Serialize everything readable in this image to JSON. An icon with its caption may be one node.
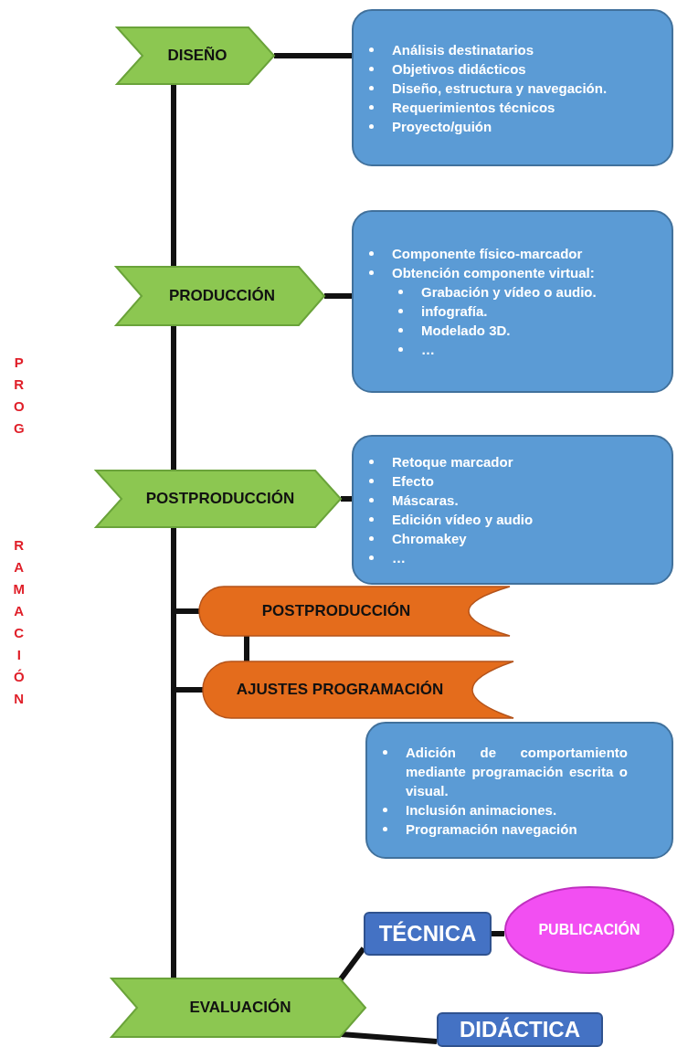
{
  "diagram": {
    "nodes": [
      {
        "text": [
          "DISEÑO"
        ]
      },
      {
        "text": [
          "Análisis destinatarios",
          "Objetivos didácticos",
          "Diseño, estructura y navegación.",
          "Requerimientos técnicos",
          "Proyecto/guión"
        ]
      },
      {
        "text": [
          "PRODUCCIÓN"
        ]
      },
      {
        "text": [
          "Componente físico-marcador",
          "Obtención componente virtual:",
          "Grabación y vídeo o audio.",
          " infografía.",
          "Modelado 3D.",
          "…"
        ]
      },
      {
        "text": [
          "POSTPRODUCCIÓN"
        ]
      },
      {
        "text": [
          "Retoque marcador",
          "Efecto",
          "Máscaras.",
          "Edición vídeo y audio",
          "Chromakey",
          "…"
        ]
      },
      {
        "text": [
          "POSTPRODUCCIÓN"
        ]
      },
      {
        "text": [
          "AJUSTES PROGRAMACIÓN"
        ]
      },
      {
        "text": [
          "Adición de comportamiento mediante programación escrita o visual.",
          "Inclusión animaciones.",
          "Programación navegación"
        ]
      },
      {
        "text": [
          "EVALUACIÓN"
        ]
      },
      {
        "text": [
          "TÉCNICA"
        ]
      },
      {
        "text": [
          "PUBLICACIÓN"
        ]
      },
      {
        "text": [
          "DIDÁCTICA"
        ]
      }
    ],
    "edges": [
      {
        "from": 0,
        "to": 1,
        "arrow": "none"
      },
      {
        "from": 0,
        "to": 2,
        "arrow": "none"
      },
      {
        "from": 2,
        "to": 3,
        "arrow": "none"
      },
      {
        "from": 2,
        "to": 4,
        "arrow": "none"
      },
      {
        "from": 4,
        "to": 5,
        "arrow": "none"
      },
      {
        "from": 4,
        "to": 6,
        "arrow": "none"
      },
      {
        "from": 4,
        "to": 7,
        "arrow": "none"
      },
      {
        "from": 6,
        "to": 7,
        "arrow": "none"
      },
      {
        "from": 4,
        "to": 9,
        "arrow": "none"
      },
      {
        "from": 9,
        "to": 10,
        "arrow": "none"
      },
      {
        "from": 10,
        "to": 11,
        "arrow": "none"
      },
      {
        "from": 9,
        "to": 12,
        "arrow": "none"
      }
    ],
    "labels": [
      "PROG",
      "RAMACIÓN"
    ]
  }
}
